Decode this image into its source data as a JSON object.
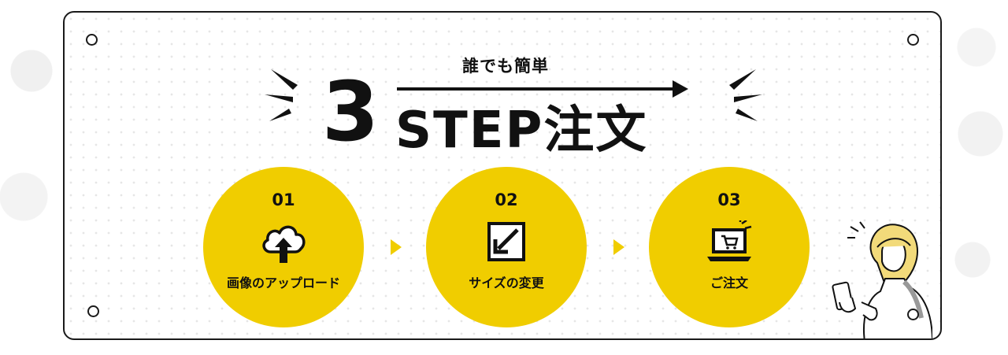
{
  "header": {
    "subtitle": "誰でも簡単",
    "step_count": "3",
    "headline": "STEP注文"
  },
  "steps": [
    {
      "number": "01",
      "label": "画像のアップロード",
      "icon": "cloud-upload-icon"
    },
    {
      "number": "02",
      "label": "サイズの変更",
      "icon": "resize-icon"
    },
    {
      "number": "03",
      "label": "ご注文",
      "icon": "laptop-cart-icon"
    }
  ],
  "colors": {
    "accent": "#f0cd00",
    "ink": "#111111",
    "background": "#ffffff"
  }
}
